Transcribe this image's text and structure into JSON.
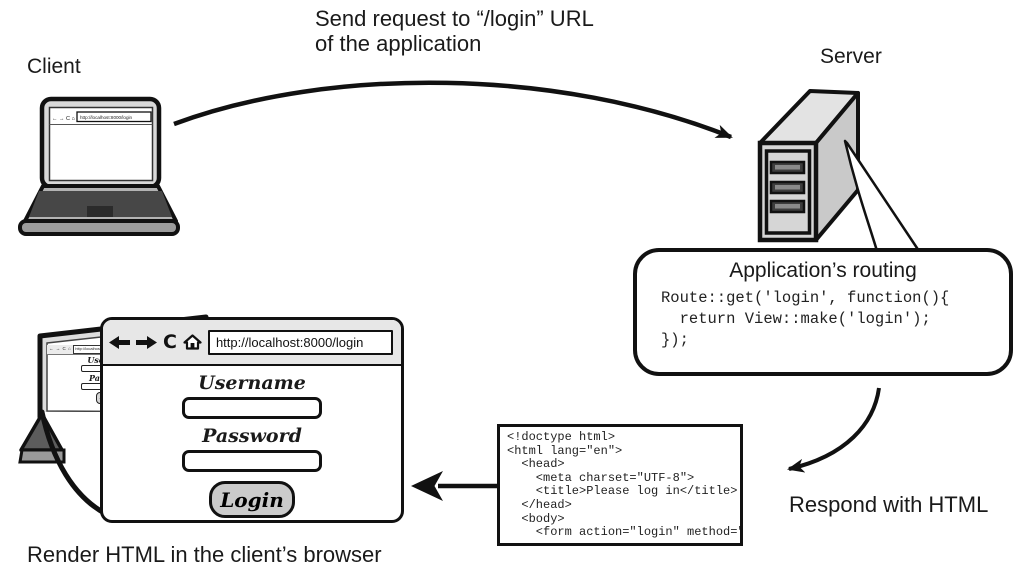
{
  "colors": {
    "outline": "#111111",
    "browser_chrome": "#e7e7e7",
    "login_button_bg": "#cbcbcb",
    "server_front": "#d6d6d6",
    "laptop_keyboard": "#474747"
  },
  "captions": {
    "request_line1": "Send request to “/login” URL",
    "request_line2": "of the application",
    "client": "Client",
    "server": "Server",
    "respond": "Respond with HTML",
    "render": "Render HTML in the client’s browser"
  },
  "routing_bubble": {
    "title": "Application’s routing",
    "code": "Route::get('login', function(){\n  return View::make('login');\n});"
  },
  "html_response": {
    "code": "<!doctype html>\n<html lang=\"en\">\n  <head>\n    <meta charset=\"UTF-8\">\n    <title>Please log in</title>\n  </head>\n  <body>\n    <form action=\"login\" method=\"p"
  },
  "browser": {
    "url": "http://localhost:8000/login",
    "toolbar_icons": [
      "back-icon",
      "forward-icon",
      "refresh-icon",
      "home-icon"
    ],
    "refresh_glyph": "C",
    "username_label": "Username",
    "username_value": "",
    "password_label": "Password",
    "password_value": "",
    "login_button": "Login"
  },
  "mini_browser": {
    "icon_row": "← → C ⌂",
    "url": "http://localhost:8000/login",
    "username_label": "Username",
    "password_label": "Password",
    "login_button": "Login"
  },
  "client_laptop": {
    "icon_row": "← → C ⌂",
    "url": "http://localhost:8000/login"
  }
}
